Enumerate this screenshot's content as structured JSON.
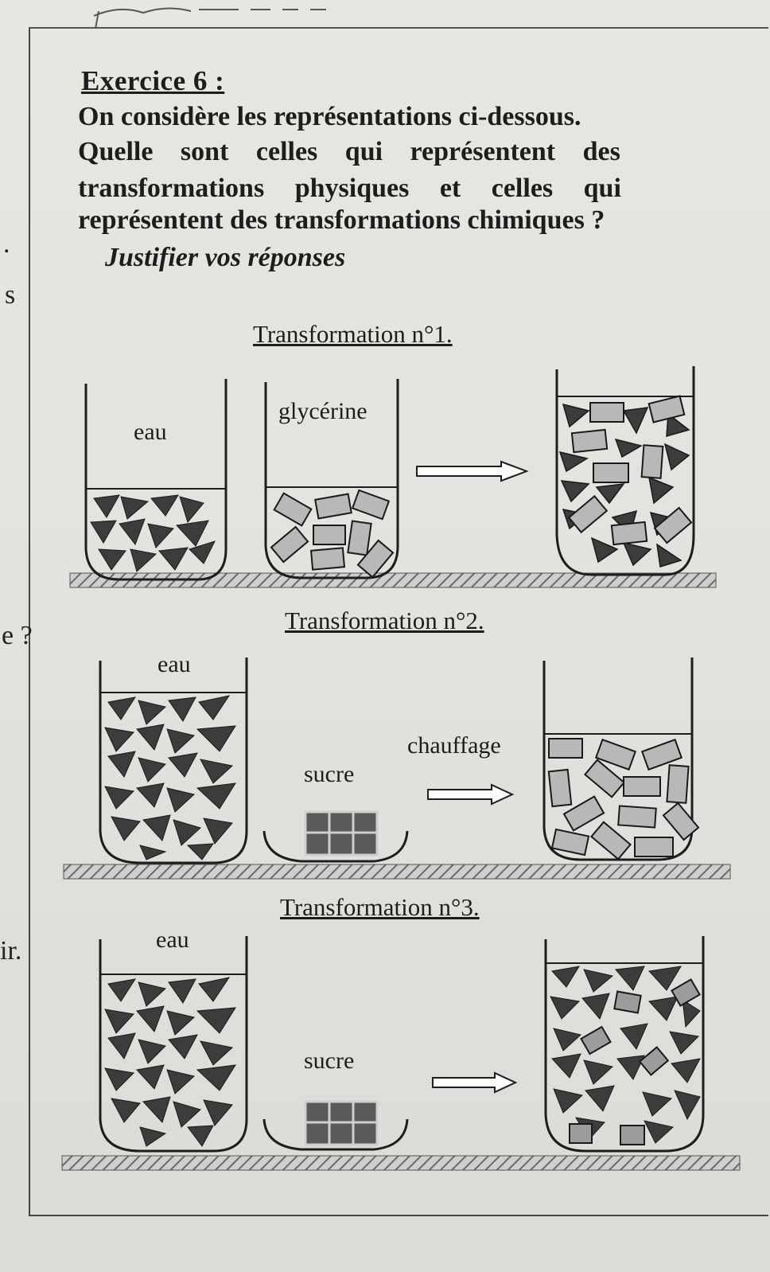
{
  "exercise": {
    "title": "Exercice 6 :",
    "lines": [
      "On considère les représentations ci-dessous.",
      "Quelle sont celles qui représentent des",
      "transformations physiques et celles qui",
      "représentent des transformations chimiques ?"
    ],
    "instruction": "Justifier vos réponses"
  },
  "margin_fragments": [
    ".",
    "s",
    "e ?",
    "ir."
  ],
  "transformations": [
    {
      "title": "Transformation n°1.",
      "labels": {
        "left": "eau",
        "middle": "glycérine"
      }
    },
    {
      "title": "Transformation n°2.",
      "labels": {
        "left": "eau",
        "middle": "sucre",
        "arrow": "chauffage"
      }
    },
    {
      "title": "Transformation n°3.",
      "labels": {
        "left": "eau",
        "middle": "sucre"
      }
    }
  ],
  "colors": {
    "triangle": "#3c3c3c",
    "square": "#b8b8b8",
    "shelf": "#8a8a8a",
    "line": "#1e1e1e"
  }
}
